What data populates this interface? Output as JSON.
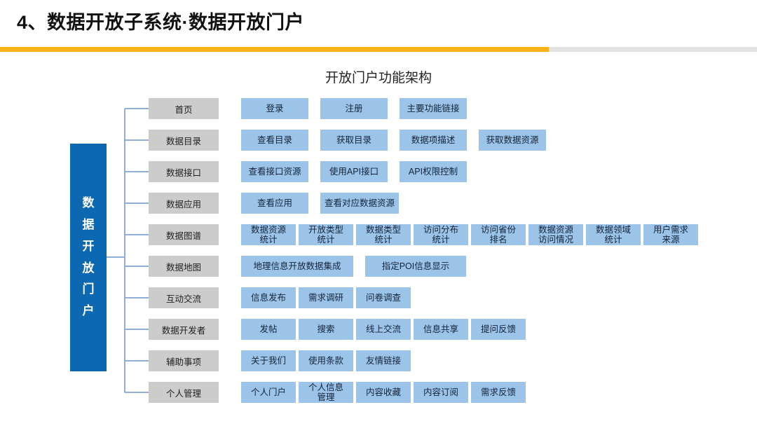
{
  "slide": {
    "title": "4、数据开放子系统·数据开放门户",
    "accent_color": "#FCB116",
    "divider_rest_color": "#E2E2E2"
  },
  "chart_data": {
    "type": "diagram",
    "title": "开放门户功能架构",
    "root": {
      "label": "数据开放门户",
      "chars": [
        "数",
        "据",
        "开",
        "放",
        "门",
        "户"
      ],
      "color": "#0C68B1"
    },
    "category_color": "#CCCCCC",
    "leaf_color": "#9CC3E8",
    "connector_color": "#8FAEDB",
    "branches": [
      {
        "category": "首页",
        "leaves": [
          "登录",
          "注册",
          "主要功能链接"
        ]
      },
      {
        "category": "数据目录",
        "leaves": [
          "查看目录",
          "获取目录",
          "数据项描述",
          "获取数据资源"
        ]
      },
      {
        "category": "数据接口",
        "leaves": [
          "查看接口资源",
          "使用API接口",
          "API权限控制"
        ]
      },
      {
        "category": "数据应用",
        "leaves": [
          "查看应用",
          "查看对应数据资源"
        ]
      },
      {
        "category": "数据图谱",
        "leaves": [
          "数据资源\n统计",
          "开放类型\n统计",
          "数据类型\n统计",
          "访问分布\n统计",
          "访问省份\n排名",
          "数据资源\n访问情况",
          "数据领域\n统计",
          "用户需求\n来源"
        ]
      },
      {
        "category": "数据地图",
        "leaves": [
          "地理信息开放数据集成",
          "指定POI信息显示"
        ]
      },
      {
        "category": "互动交流",
        "leaves": [
          "信息发布",
          "需求调研",
          "问卷调查"
        ]
      },
      {
        "category": "数据开发者",
        "leaves": [
          "发帖",
          "搜索",
          "线上交流",
          "信息共享",
          "提问反馈"
        ]
      },
      {
        "category": "辅助事项",
        "leaves": [
          "关于我们",
          "使用条款",
          "友情链接"
        ]
      },
      {
        "category": "个人管理",
        "leaves": [
          "个人门户",
          "个人信息\n管理",
          "内容收藏",
          "内容订阅",
          "需求反馈"
        ]
      }
    ]
  }
}
